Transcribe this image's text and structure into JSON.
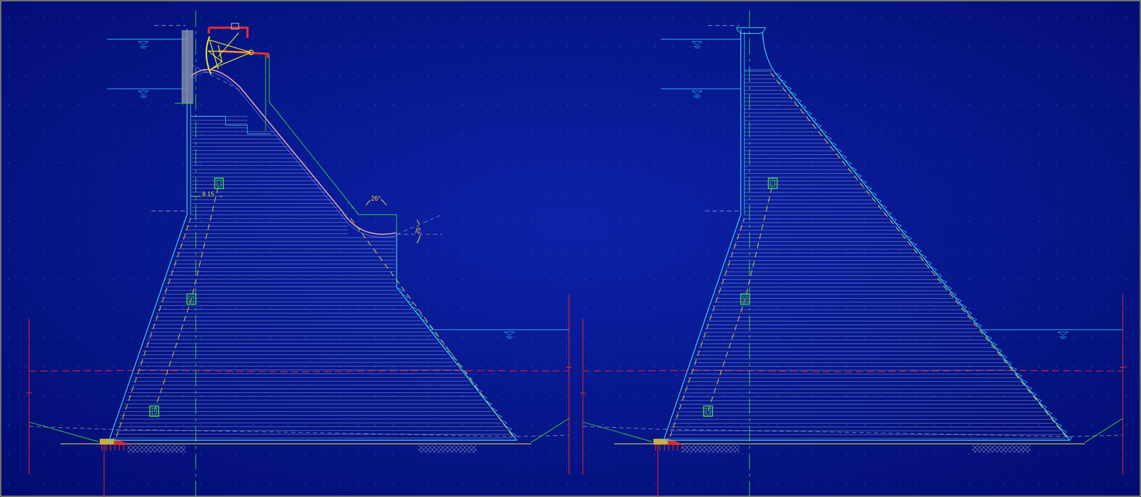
{
  "diagram": {
    "labels": [
      "8.15",
      "26°",
      "25°"
    ]
  }
}
